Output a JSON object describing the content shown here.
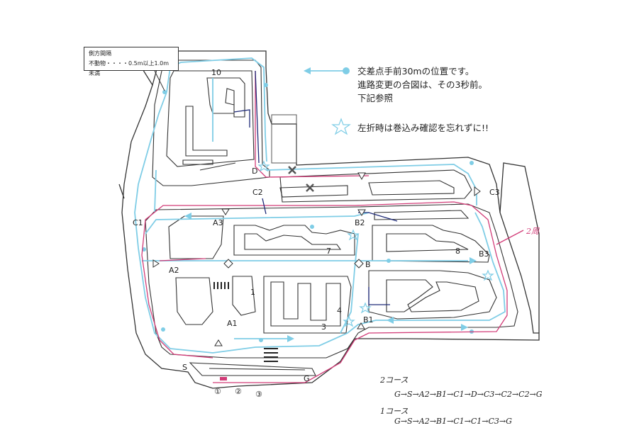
{
  "legend": {
    "arrow_text_1": "交差点手前30mの位置です。",
    "arrow_text_2": "進路変更の合図は、その3秒前。",
    "arrow_text_3": "下記参照",
    "star_text": "左折時は巻込み確認を忘れずに!!"
  },
  "sign": {
    "title": "側方間隔",
    "text": "不動物・・・・0.5m以上1.0m未満"
  },
  "labels": {
    "c1": "C1",
    "c2": "C2",
    "c3": "C3",
    "a1": "A1",
    "a2": "A2",
    "a3": "A3",
    "b": "B",
    "b1": "B1",
    "b2": "B2",
    "b3": "B3",
    "d": "D",
    "s": "S",
    "g": "G",
    "n1": "1",
    "n3": "3",
    "n4": "4",
    "n7": "7",
    "n8": "8",
    "n10": "10",
    "circ1": "①",
    "circ2": "②",
    "circ3": "③"
  },
  "handwritten": {
    "two_laps": "2周",
    "course2_title": "2コース",
    "course2_route": "G→S→A2→B1→C1→D→C3→C2→C2→G",
    "course1_title": "1コース",
    "course1_route": "G→S→A2→B1→C1→C1→C3→G"
  },
  "colors": {
    "course_blue": "#7fcde6",
    "course_pink": "#d23c78",
    "course_navy": "#1e2a78",
    "line": "#333333"
  }
}
